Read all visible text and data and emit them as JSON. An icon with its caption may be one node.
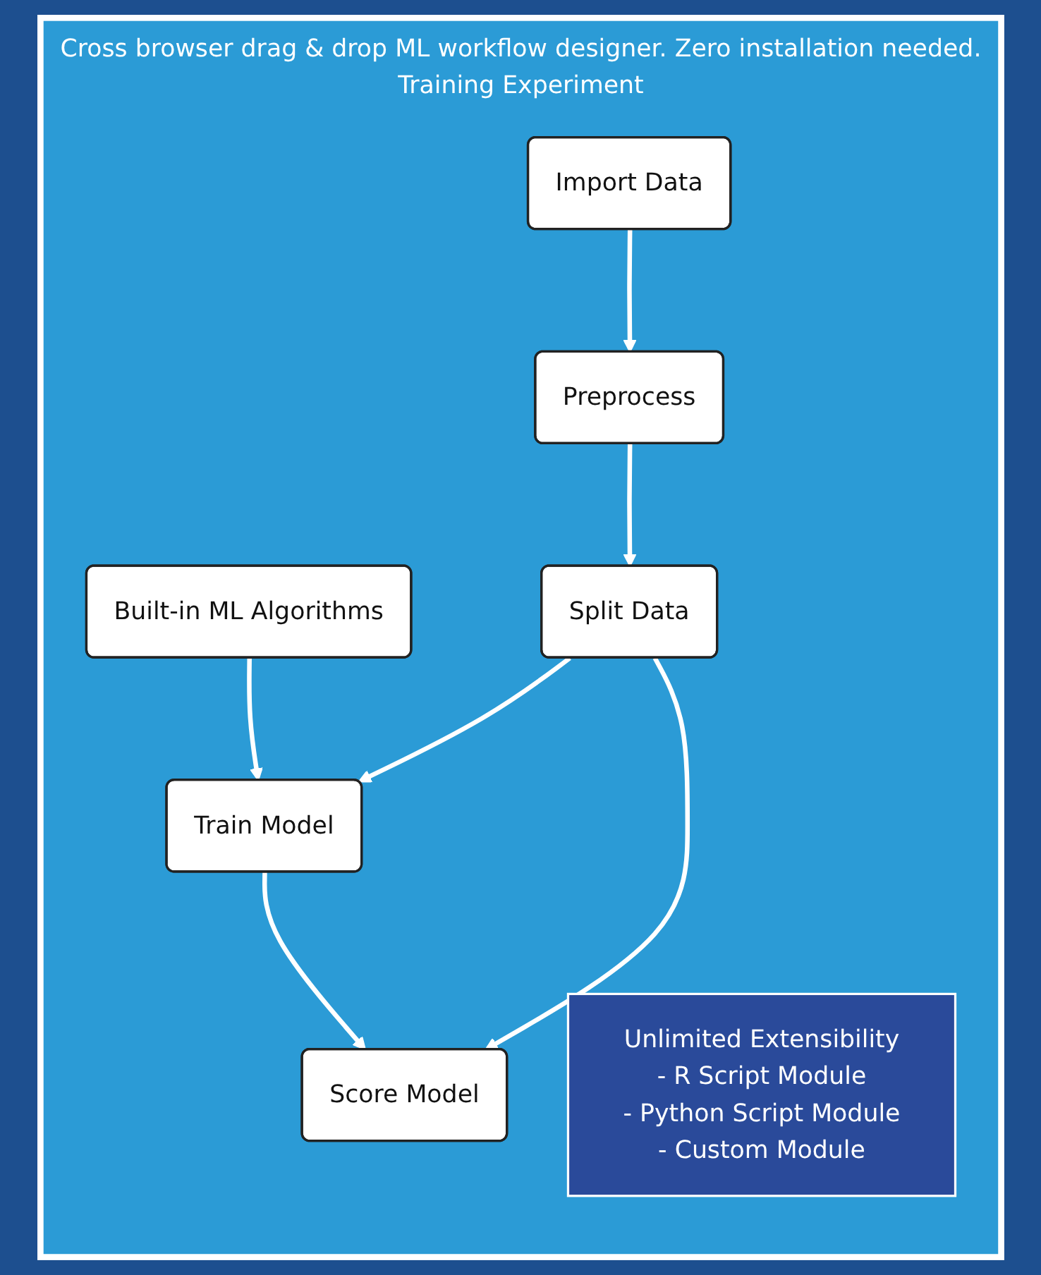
{
  "diagram": {
    "nodes": [
      {
        "text": [
          "Cross browser drag & drop ML workflow designer. Zero installation needed.",
          "Training Experiment"
        ]
      },
      {
        "text": [
          "Import Data"
        ],
        "in": 0
      },
      {
        "text": [
          "Unlimited Extensibility",
          "- R Script Module",
          "- Python Script Module",
          "- Custom Module"
        ],
        "in": 0
      },
      {
        "text": [
          "Preprocess"
        ],
        "in": 0
      },
      {
        "text": [
          "Built-in ML Algorithms"
        ],
        "in": 0
      },
      {
        "text": [
          "Split Data"
        ],
        "in": 0
      },
      {
        "text": [
          "Train Model"
        ],
        "in": 0
      },
      {
        "text": [
          "Score Model"
        ],
        "in": 0
      }
    ],
    "edges": [
      {
        "from": 1,
        "to": 3,
        "arrow": "to"
      },
      {
        "from": 3,
        "to": 5,
        "arrow": "to"
      },
      {
        "from": 4,
        "to": 6,
        "arrow": "to"
      },
      {
        "from": 5,
        "to": 6,
        "arrow": "to"
      },
      {
        "from": 6,
        "to": 7,
        "arrow": "to"
      },
      {
        "from": 5,
        "to": 7,
        "arrow": "to"
      }
    ]
  }
}
